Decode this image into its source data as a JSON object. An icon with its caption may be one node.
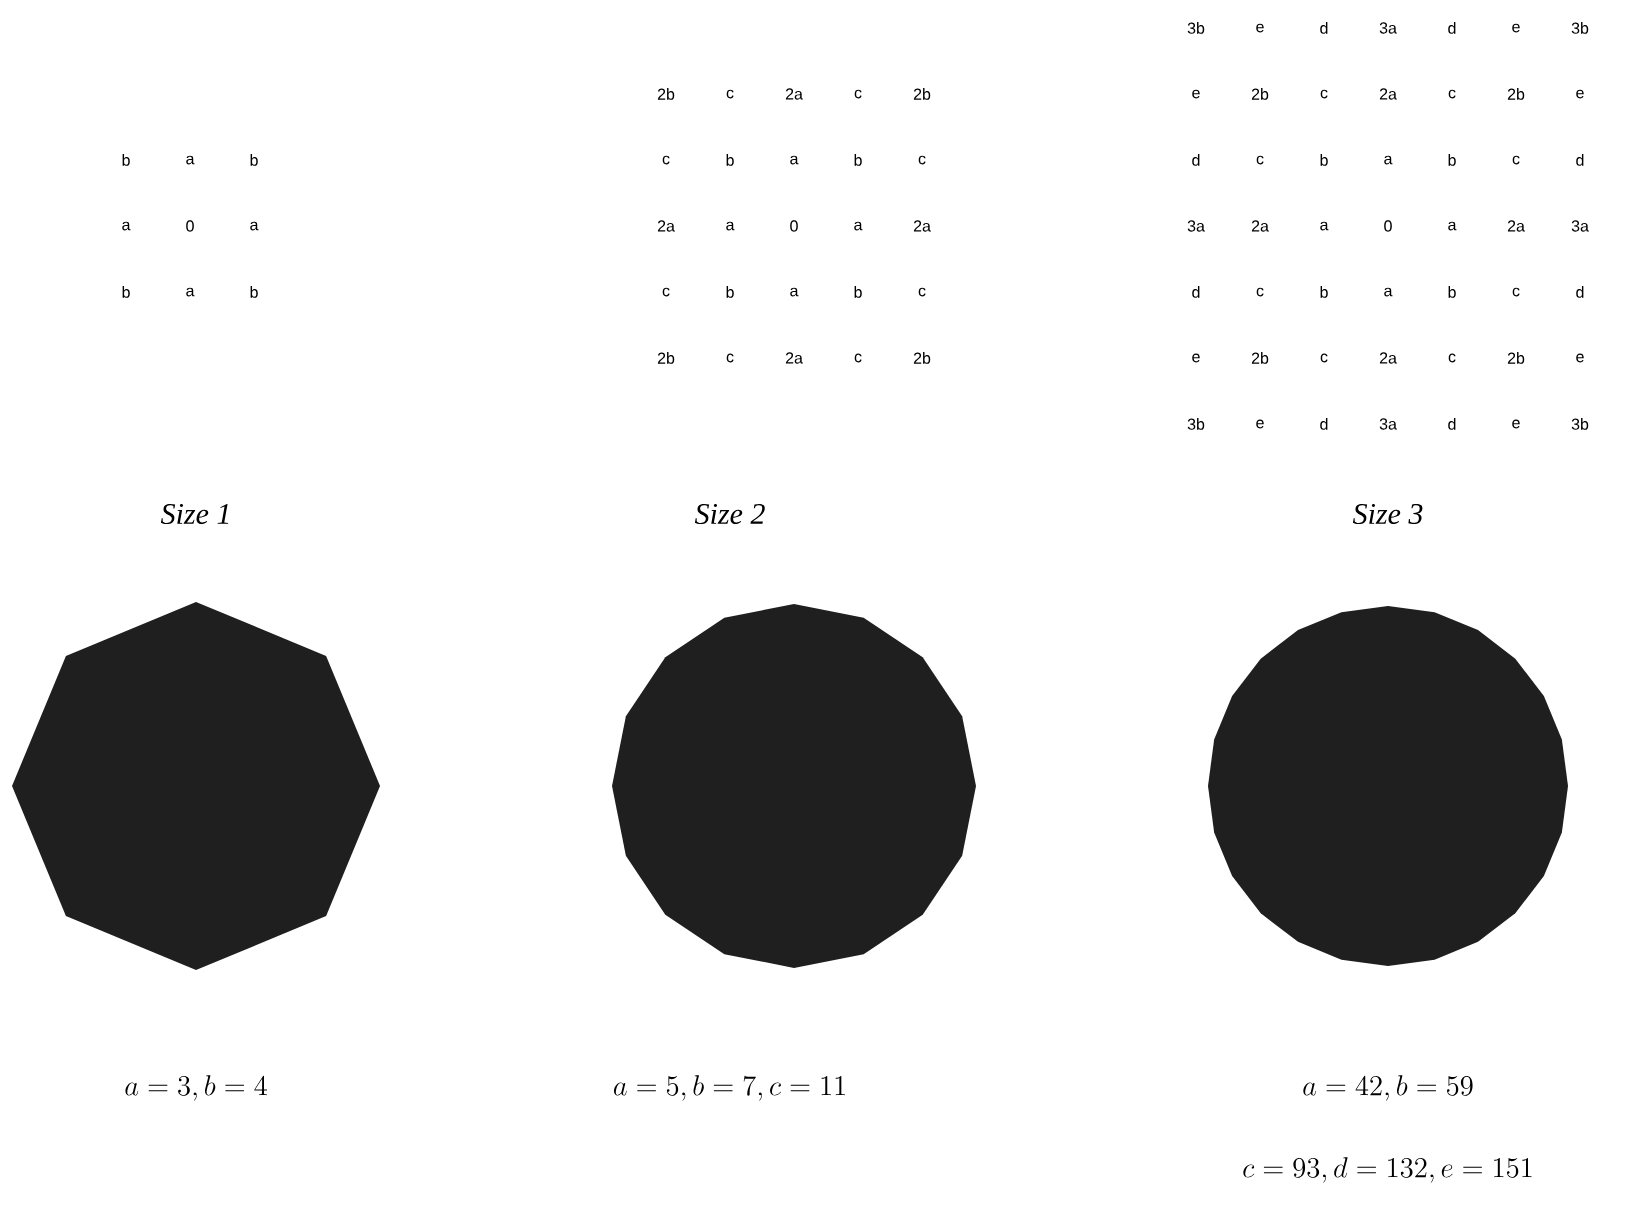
{
  "diagram": {
    "nodes": [
      {
        "text": [],
        "shape": "polygon"
      },
      {
        "text": [],
        "shape": "polygon"
      },
      {
        "text": [],
        "shape": "polygon"
      }
    ],
    "labels": [
      "b",
      "a",
      "b",
      "a",
      "0",
      "a",
      "b",
      "a",
      "b",
      "2b",
      "c",
      "2a",
      "c",
      "2b",
      "c",
      "b",
      "a",
      "b",
      "c",
      "2a",
      "a",
      "0",
      "a",
      "2a",
      "c",
      "b",
      "a",
      "b",
      "c",
      "2b",
      "c",
      "2a",
      "c",
      "2b",
      "3b",
      "e",
      "d",
      "3a",
      "d",
      "e",
      "3b",
      "e",
      "2b",
      "c",
      "2a",
      "c",
      "2b",
      "e",
      "d",
      "c",
      "b",
      "a",
      "b",
      "c",
      "d",
      "3a",
      "2a",
      "a",
      "0",
      "a",
      "2a",
      "3a",
      "d",
      "c",
      "b",
      "a",
      "b",
      "c",
      "d",
      "e",
      "2b",
      "c",
      "2a",
      "c",
      "2b",
      "e",
      "3b",
      "e",
      "d",
      "3a",
      "d",
      "e",
      "3b",
      "Size 1",
      "Size 2",
      "Size 3",
      "a = 3, b = 4",
      "a = 5, b = 7, c = 11",
      "a = 42, b = 59",
      "c = 93, d = 132, e = 151"
    ]
  }
}
